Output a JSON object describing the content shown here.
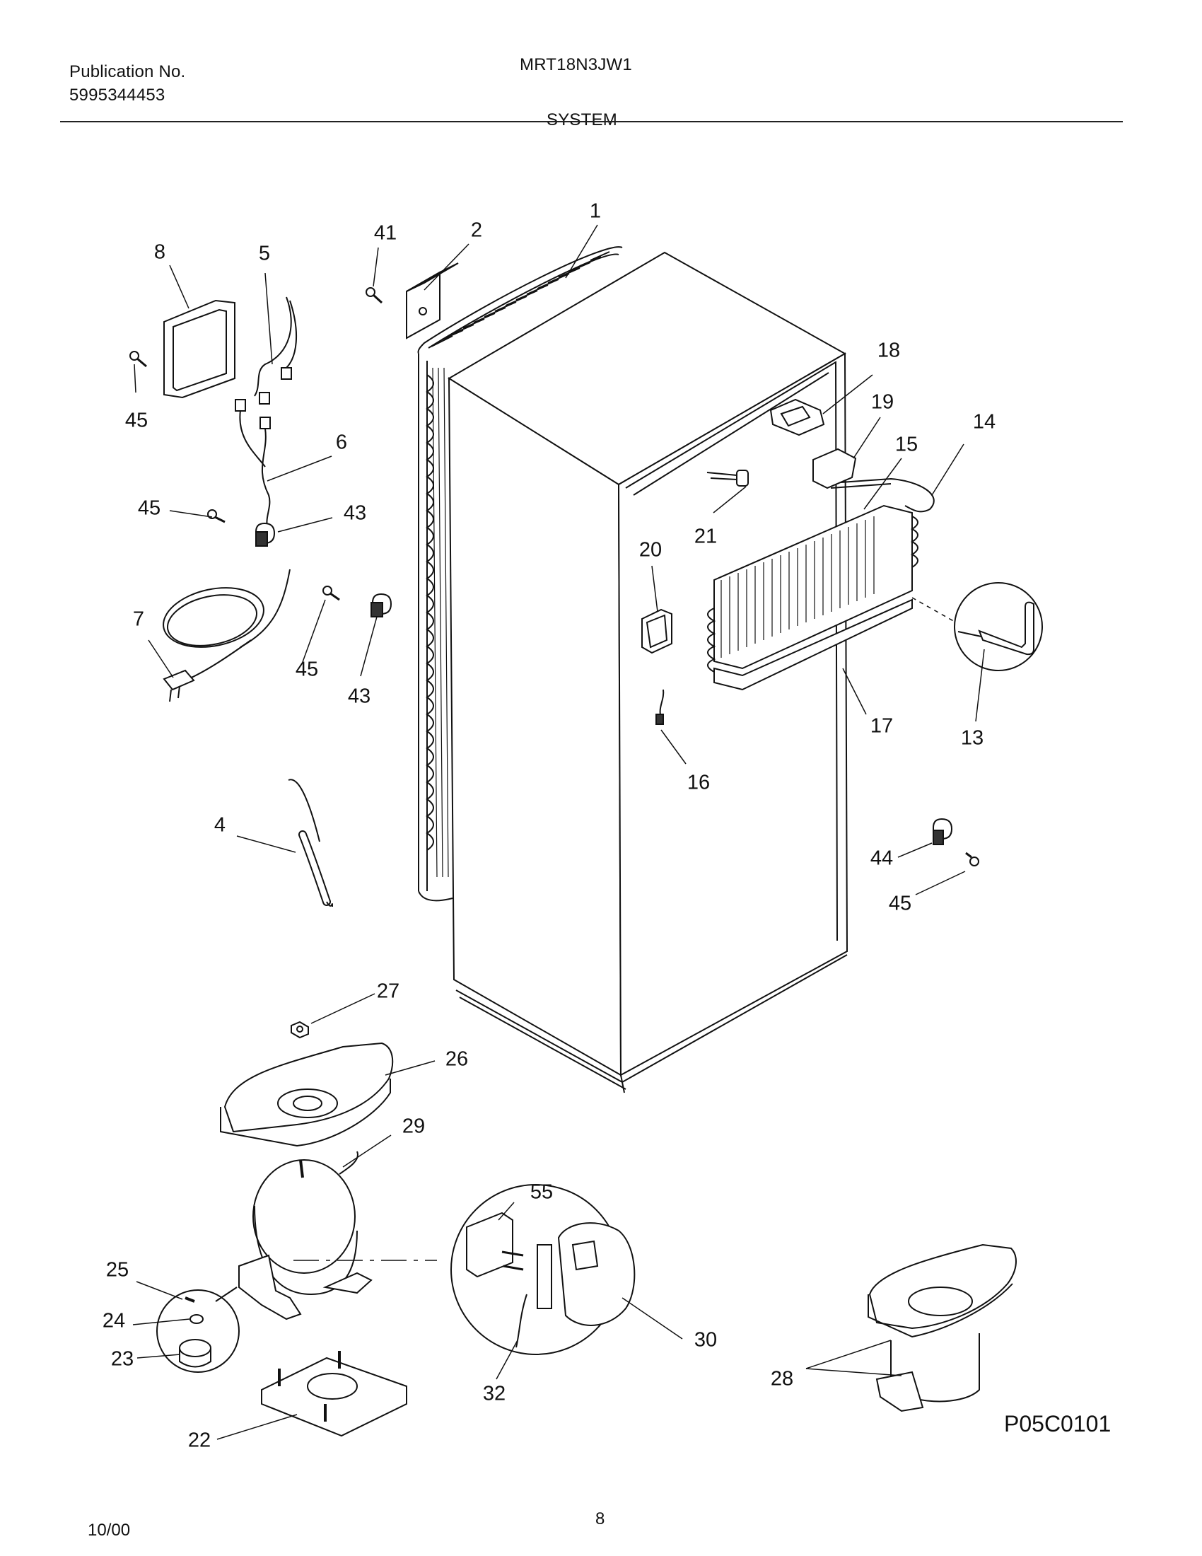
{
  "header": {
    "publication_label": "Publication No.",
    "publication_number": "5995344453",
    "model": "MRT18N3JW1",
    "section": "SYSTEM"
  },
  "diagram": {
    "drawing_code": "P05C0101",
    "callouts": [
      "1",
      "2",
      "41",
      "8",
      "5",
      "45",
      "6",
      "45",
      "43",
      "7",
      "45",
      "43",
      "4",
      "18",
      "19",
      "15",
      "14",
      "21",
      "20",
      "13",
      "17",
      "16",
      "44",
      "45",
      "27",
      "26",
      "29",
      "55",
      "30",
      "32",
      "25",
      "24",
      "23",
      "22",
      "28"
    ]
  },
  "footer": {
    "date": "10/00",
    "page": "8"
  }
}
